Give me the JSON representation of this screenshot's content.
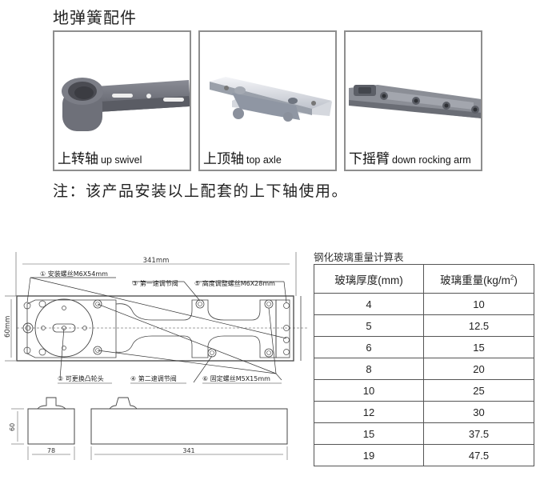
{
  "header": {
    "title": "地弹簧配件"
  },
  "parts": [
    {
      "name_cn": "上转轴",
      "name_en": "up swivel"
    },
    {
      "name_cn": "上顶轴",
      "name_en": "top axle"
    },
    {
      "name_cn": "下摇臂",
      "name_en": "down rocking arm"
    }
  ],
  "note": "注：该产品安装以上配套的上下轴使用。",
  "drawing": {
    "plan_view": {
      "length_label": "341mm",
      "width_label": "60mm",
      "callouts": [
        "① 安装螺丝M6X54mm",
        "② 可更换凸轮头",
        "③ 第一速调节阀",
        "④ 第二速调节阀",
        "⑤ 高度调整螺丝M6X28mm",
        "⑥ 固定螺丝M5X15mm"
      ]
    },
    "side_view": {
      "height_label": "60",
      "end_width_label": "78",
      "length_label": "341"
    }
  },
  "weight_table": {
    "title": "钢化玻璃重量计算表",
    "headers": [
      "玻璃厚度(mm)",
      "玻璃重量(kg/m",
      "2",
      ")"
    ],
    "rows": [
      [
        "4",
        "10"
      ],
      [
        "5",
        "12.5"
      ],
      [
        "6",
        "15"
      ],
      [
        "8",
        "20"
      ],
      [
        "10",
        "25"
      ],
      [
        "12",
        "30"
      ],
      [
        "15",
        "37.5"
      ],
      [
        "19",
        "47.5"
      ]
    ]
  }
}
